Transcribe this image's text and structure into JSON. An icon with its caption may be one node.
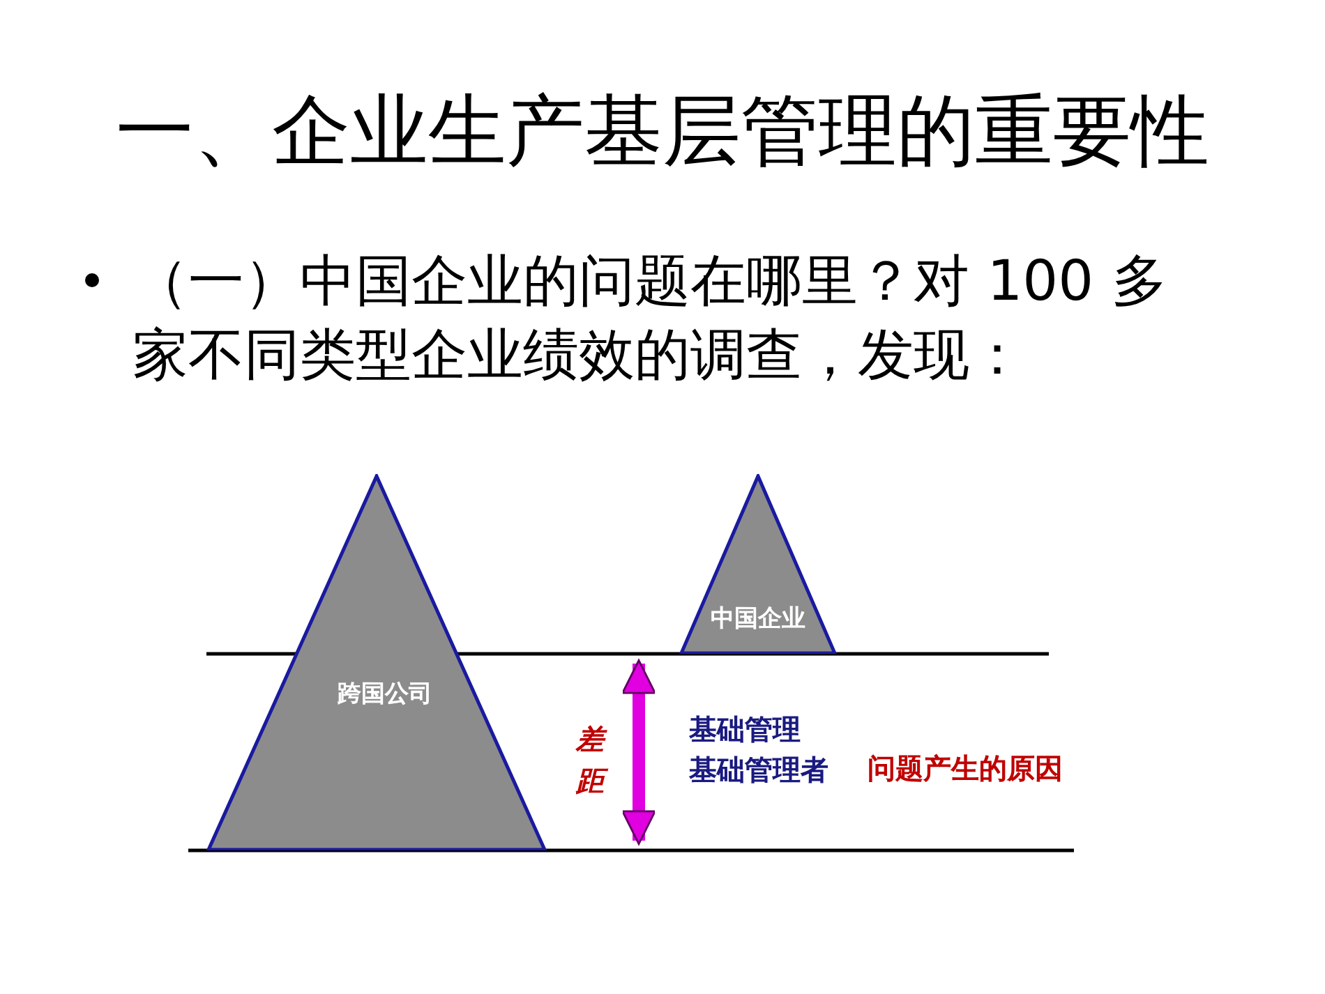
{
  "diagram": {
    "title": "一、企业生产基层管理的重要性",
    "nodes": [
      {
        "text": [
          "跨国公司"
        ]
      },
      {
        "text": [
          "中国企业"
        ]
      }
    ],
    "labels": [
      "（一）中国企业的问题在哪里？对 100 多家不同类型企业绩效的调查，发现：",
      "差距",
      "基础管理",
      "基础管理者",
      "问题产生的原因"
    ]
  }
}
